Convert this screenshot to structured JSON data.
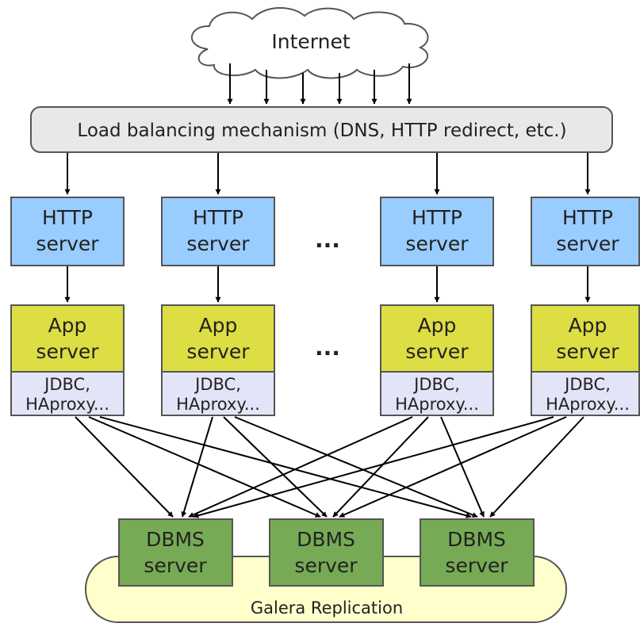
{
  "cloud": {
    "label": "Internet"
  },
  "load_balancer": {
    "label": "Load balancing mechanism (DNS, HTTP redirect, etc.)"
  },
  "http_servers": [
    {
      "line1": "HTTP",
      "line2": "server"
    },
    {
      "line1": "HTTP",
      "line2": "server"
    },
    {
      "line1": "HTTP",
      "line2": "server"
    },
    {
      "line1": "HTTP",
      "line2": "server"
    }
  ],
  "app_servers": [
    {
      "line1": "App",
      "line2": "server",
      "conn1": "JDBC,",
      "conn2": "HAproxy..."
    },
    {
      "line1": "App",
      "line2": "server",
      "conn1": "JDBC,",
      "conn2": "HAproxy..."
    },
    {
      "line1": "App",
      "line2": "server",
      "conn1": "JDBC,",
      "conn2": "HAproxy..."
    },
    {
      "line1": "App",
      "line2": "server",
      "conn1": "JDBC,",
      "conn2": "HAproxy..."
    }
  ],
  "ellipsis": "...",
  "db_servers": [
    {
      "line1": "DBMS",
      "line2": "server"
    },
    {
      "line1": "DBMS",
      "line2": "server"
    },
    {
      "line1": "DBMS",
      "line2": "server"
    }
  ],
  "replication": {
    "label": "Galera Replication"
  },
  "colors": {
    "cloud_fill": "#ffffff",
    "lb_fill": "#e8e8e8",
    "http_fill": "#99ccff",
    "app_fill": "#dddd44",
    "conn_fill": "#e4e4f8",
    "db_fill": "#77aa55",
    "replication_fill": "#ffffcc",
    "stroke": "#555555",
    "arrow": "#000000"
  }
}
